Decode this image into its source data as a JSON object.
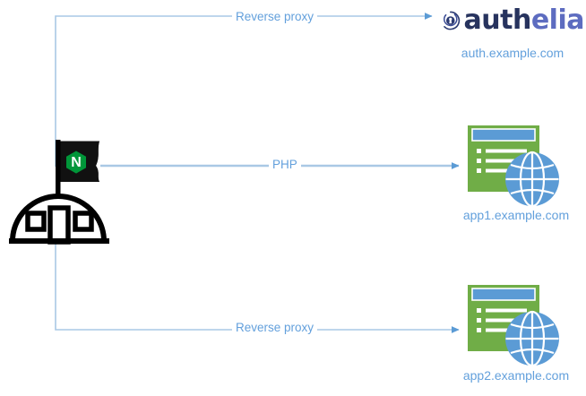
{
  "diagram": {
    "type": "architecture-flow",
    "background_color": "#ffffff",
    "edge_color": "#a9c8e5",
    "edge_arrow_color": "#5b9bd5",
    "label_color": "#63a0dc",
    "nodes": [
      {
        "id": "nginx",
        "icon": "nginx-fortress-icon",
        "label": "",
        "colors": {
          "outline": "#000000",
          "flag": "#111111",
          "hex": "#009639",
          "letter": "#ffffff"
        },
        "letter": "N"
      },
      {
        "id": "authelia",
        "icon": "authelia-logo-icon",
        "wordmark_primary": "auth",
        "wordmark_accent": "elia",
        "hostname": "auth.example.com",
        "colors": {
          "primary": "#27335e",
          "accent": "#5d6cc0"
        }
      },
      {
        "id": "app1",
        "icon": "web-application-server-icon",
        "hostname": "app1.example.com",
        "colors": {
          "window": "#70ad47",
          "titlebar": "#5b9bd5",
          "globe": "#5b9bd5"
        }
      },
      {
        "id": "app2",
        "icon": "web-application-server-icon",
        "hostname": "app2.example.com",
        "colors": {
          "window": "#70ad47",
          "titlebar": "#5b9bd5",
          "globe": "#5b9bd5"
        }
      }
    ],
    "edges": [
      {
        "id": "edge-top",
        "from": "nginx",
        "to": "authelia",
        "label": "Reverse proxy",
        "routing": "orthogonal-up"
      },
      {
        "id": "edge-middle",
        "from": "nginx",
        "to": "app1",
        "label": "PHP",
        "routing": "straight"
      },
      {
        "id": "edge-bottom",
        "from": "nginx",
        "to": "app2",
        "label": "Reverse proxy",
        "routing": "orthogonal-down"
      }
    ]
  }
}
